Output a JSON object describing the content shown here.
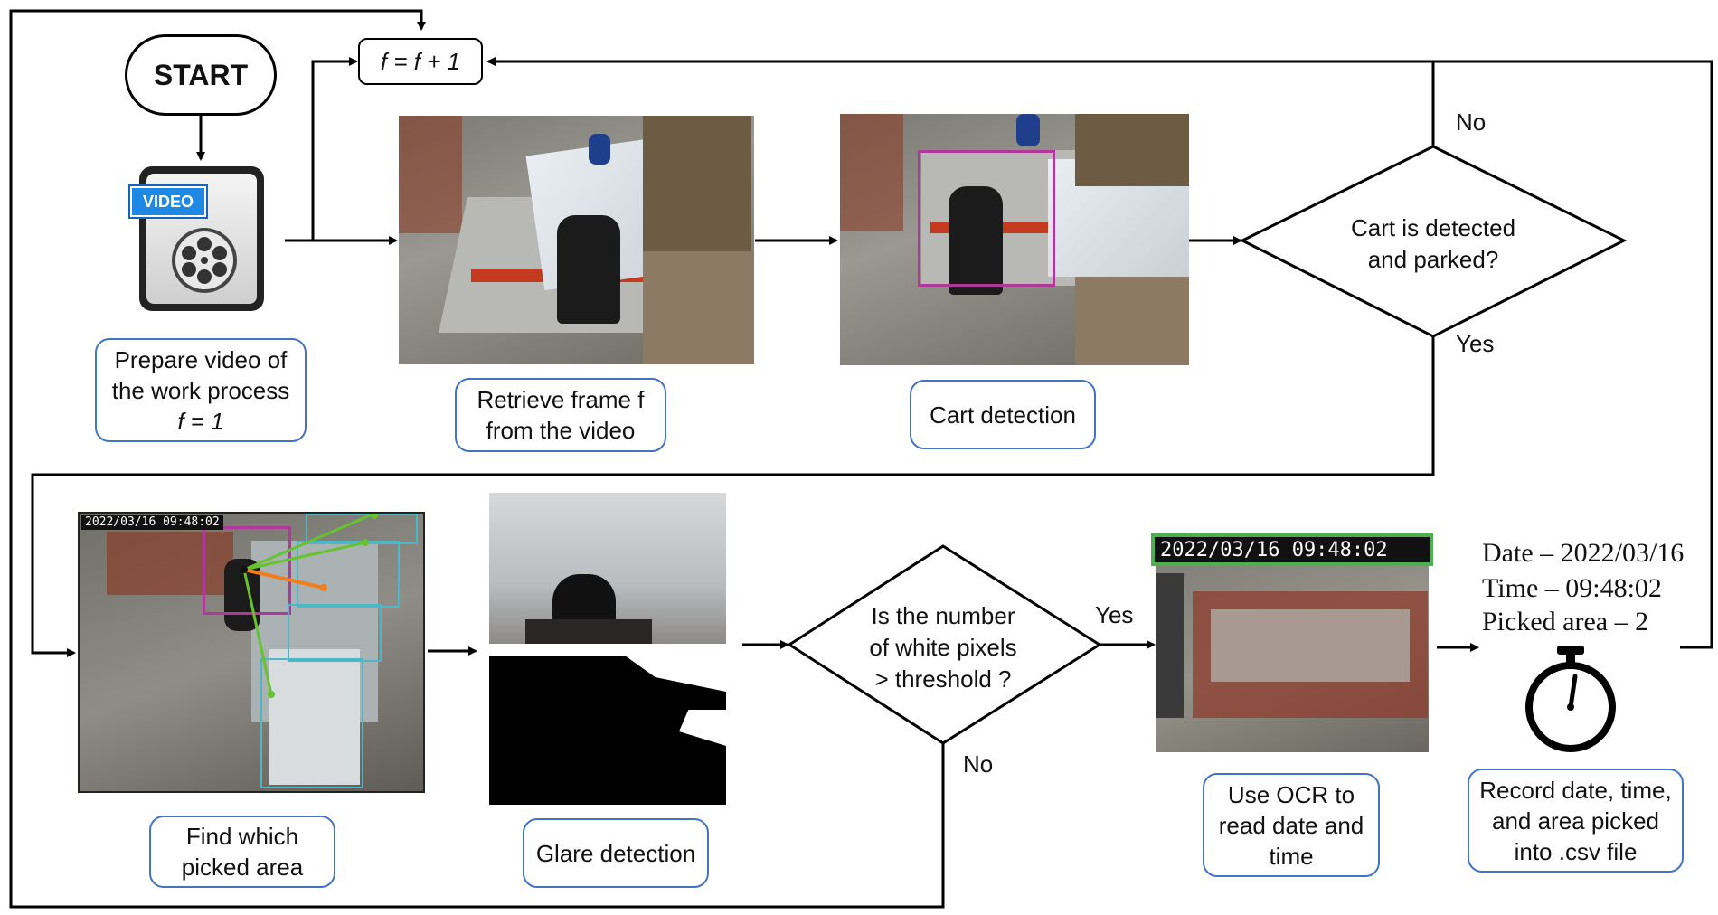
{
  "start": "START",
  "video_badge": "VIDEO",
  "increment_eq": "f = f + 1",
  "steps": {
    "prepare": [
      "Prepare video of",
      "the work process",
      "f  = 1"
    ],
    "retrieve": [
      "Retrieve frame f",
      "from the video"
    ],
    "cart": [
      "Cart detection"
    ],
    "find_area": [
      "Find which",
      "picked area"
    ],
    "glare": [
      "Glare detection"
    ],
    "ocr": [
      "Use OCR to",
      "read date and",
      "time"
    ],
    "record": [
      "Record date, time,",
      "and area picked",
      "into .csv file"
    ]
  },
  "decisions": {
    "cart_parked": [
      "Cart is detected",
      "and parked?"
    ],
    "white_pixels": [
      "Is the number",
      "of white pixels",
      "> threshold ?"
    ]
  },
  "branch_labels": {
    "cart_no": "No",
    "cart_yes": "Yes",
    "pixels_yes": "Yes",
    "pixels_no": "No"
  },
  "timestamp_small": "2022/03/16  09:48:02",
  "ocr_timestamp": "2022/03/16  09:48:02",
  "record_output": [
    "Date – 2022/03/16",
    "Time – 09:48:02",
    "Picked area – 2"
  ],
  "colors": {
    "label_border": "#4472c4",
    "arrow": "#000000",
    "ocr_box": "#4caf50",
    "cart_box": "#b0389a",
    "area_box": "#4ab8c8",
    "match_line": "#66c22e",
    "glare_line": "#f07d1e"
  }
}
